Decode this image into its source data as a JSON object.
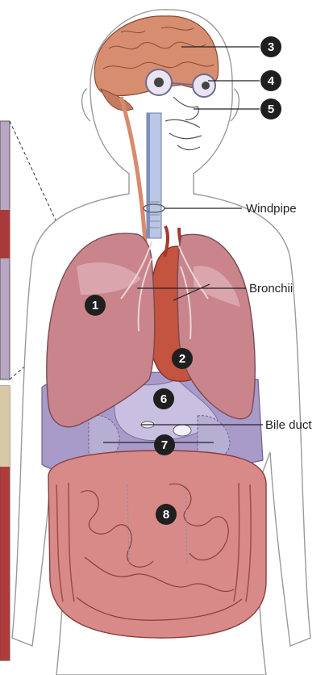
{
  "labels": {
    "windpipe": "Windpipe",
    "bronchii": "Bronchii",
    "bile_duct": "Bile duct"
  },
  "markers": [
    "1",
    "2",
    "3",
    "4",
    "5",
    "6",
    "7",
    "8"
  ],
  "colors": {
    "skin_outline": "#9a9a9a",
    "brain": "#d78d6f",
    "lung": "#c9848c",
    "lung_light": "#e8c2c8",
    "heart": "#c4533f",
    "liver_band": "#9f8fbe",
    "intestine": "#d88a88",
    "marker": "#1f1f1f",
    "inset_red": "#b43a3a"
  }
}
